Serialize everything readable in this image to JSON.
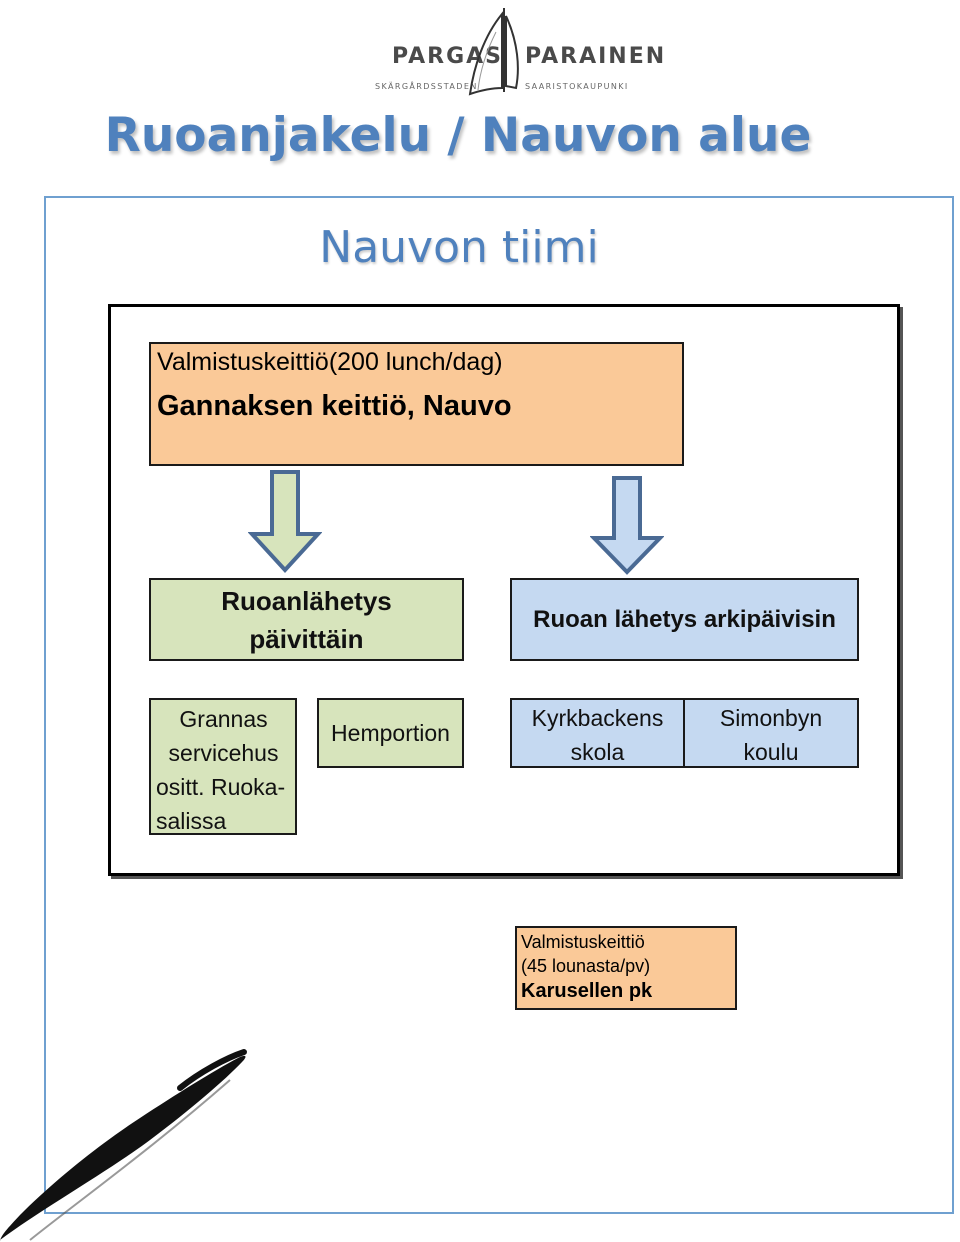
{
  "logo": {
    "left_name": "PARGAS",
    "right_name": "PARAINEN",
    "left_sub": "SKÄRGÅRDSSTADEN",
    "right_sub": "SAARISTOKAUPUNKI"
  },
  "title": "Ruoanjakelu / Nauvon alue",
  "team_title": "Nauvon tiimi",
  "main_kitchen": {
    "line1": "Valmistuskeittiö(200 lunch/dag)",
    "line2": "Gannaksen keittiö, Nauvo"
  },
  "left_branch": {
    "label_line1": "Ruoanlähetys",
    "label_line2": "päivittäin",
    "children": [
      {
        "lines": [
          "Grannas",
          "servicehus",
          "ositt. Ruoka-",
          "salissa"
        ]
      },
      {
        "lines": [
          "Hemportion"
        ]
      }
    ]
  },
  "right_branch": {
    "label": "Ruoan lähetys arkipäivisin",
    "children": [
      {
        "lines": [
          "Kyrkbackens",
          "skola"
        ]
      },
      {
        "lines": [
          "Simonbyn",
          "koulu"
        ]
      }
    ]
  },
  "second_kitchen": {
    "line1": "Valmistuskeittiö",
    "line2": "(45 lounasta/pv)",
    "line3": "Karusellen pk"
  },
  "colors": {
    "title_blue": "#4f81bd",
    "kitchen_orange": "#fac998",
    "green_box": "#d7e4bc",
    "blue_box": "#c5d9f1",
    "arrow_border": "#4a6a94"
  }
}
